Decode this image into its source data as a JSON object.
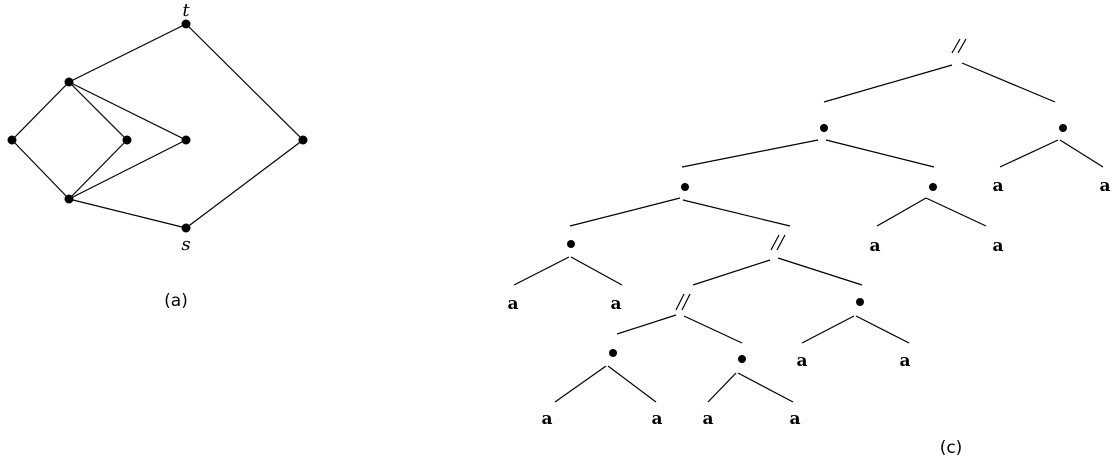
{
  "graph": {
    "caption": "(a)",
    "vertex_labels": {
      "t": "t",
      "s": "s"
    }
  },
  "tree": {
    "caption": "(c)",
    "leaf_label": "a",
    "series_symbol": "dot",
    "parallel_symbol": "double-slash"
  }
}
